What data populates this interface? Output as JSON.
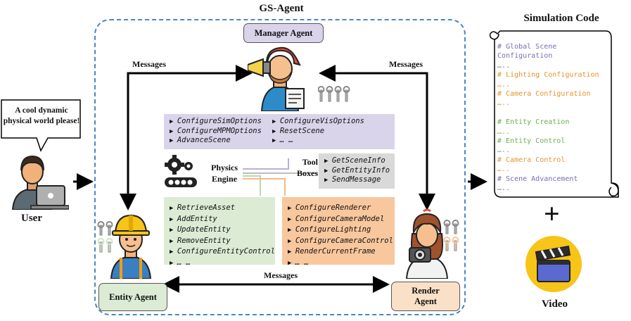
{
  "diagram": {
    "title": "GS-Agent",
    "manager_agent": "Manager Agent",
    "entity_agent": "Entity Agent",
    "render_agent": "Render\nAgent",
    "user_label": "User",
    "user_speech": "A cool dynamic\nphysical world please!",
    "messages_left": "Messages",
    "messages_right": "Messages",
    "messages_bottom": "Messages",
    "physics_engine_label_1": "Physics",
    "physics_engine_label_2": "Engine",
    "tool_label_1": "Tool",
    "tool_label_2": "Boxes",
    "sim_tools": [
      "ConfigureSimOptions",
      "ConfigureVisOptions",
      "ConfigureMPMOptions",
      "ResetScene",
      "AdvanceScene",
      "… …"
    ],
    "scene_tools": [
      "GetSceneInfo",
      "GetEntityInfo",
      "SendMessage"
    ],
    "entity_tools": [
      "RetrieveAsset",
      "AddEntity",
      "UpdateEntity",
      "RemoveEntity",
      "ConfigureEntityControl",
      "… …"
    ],
    "render_tools": [
      "ConfigureRenderer",
      "ConfigureCameraModel",
      "ConfigureLighting",
      "ConfigureCameraControl",
      "RenderCurrentFrame",
      "… …"
    ],
    "simulation_code_title": "Simulation Code",
    "code_lines": [
      {
        "text": "# Global Scene",
        "color": "#7b6ab8"
      },
      {
        "text": "Configuration",
        "color": "#7b6ab8"
      },
      {
        "text": "…..",
        "color": "#7b6ab8"
      },
      {
        "text": "# Lighting Configuration",
        "color": "#e8922d"
      },
      {
        "text": "…..",
        "color": "#e8922d"
      },
      {
        "text": "# Camera Configuration",
        "color": "#e8922d"
      },
      {
        "text": "…..",
        "color": "#e8922d"
      },
      {
        "text": "",
        "color": "#000"
      },
      {
        "text": "# Entity Creation",
        "color": "#6ab04c"
      },
      {
        "text": "…..",
        "color": "#6ab04c"
      },
      {
        "text": "# Entity Control",
        "color": "#6ab04c"
      },
      {
        "text": "…..",
        "color": "#6ab04c"
      },
      {
        "text": "# Camera Control",
        "color": "#e8922d"
      },
      {
        "text": "…..",
        "color": "#e8922d"
      },
      {
        "text": "# Scene Advancement",
        "color": "#7b6ab8"
      },
      {
        "text": "…..",
        "color": "#7b6ab8"
      }
    ],
    "plus": "+",
    "video_label": "Video"
  },
  "colors": {
    "dashed_border": "#4a86c8",
    "manager_fill": "#d9d4ea",
    "entity_fill": "#dcebd4",
    "render_fill": "#fbe0c8",
    "sim_box_fill": "#d9d4ea",
    "scene_box_fill": "#d9d9d9",
    "entity_box_fill": "#dcebd4",
    "render_box_fill": "#f9c79d"
  },
  "icons": [
    "user-icon",
    "manager-agent-icon",
    "entity-agent-icon",
    "render-agent-icon",
    "physics-engine-icon",
    "wrench-tools-icon",
    "video-clapper-icon",
    "scroll-icon"
  ]
}
